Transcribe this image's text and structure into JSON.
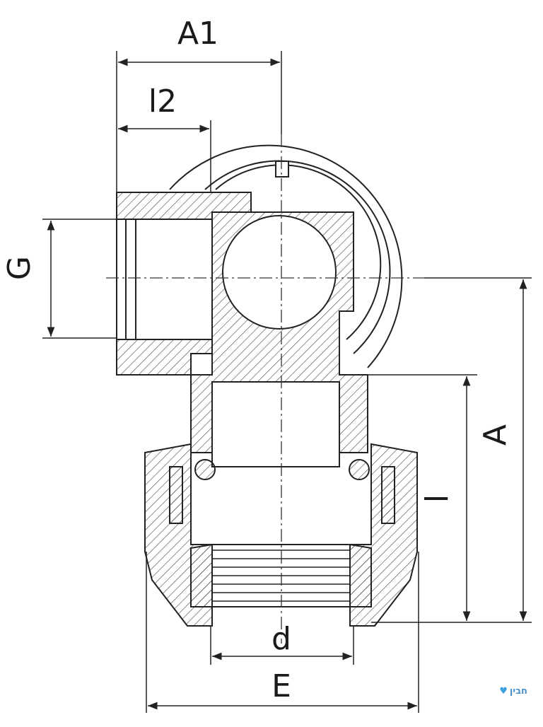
{
  "labels": {
    "A1": "A1",
    "l2": "l2",
    "G": "G",
    "A": "A",
    "l": "l",
    "d": "d",
    "E": "E"
  },
  "watermark": {
    "text": "חבין",
    "icon": "heart-icon"
  }
}
